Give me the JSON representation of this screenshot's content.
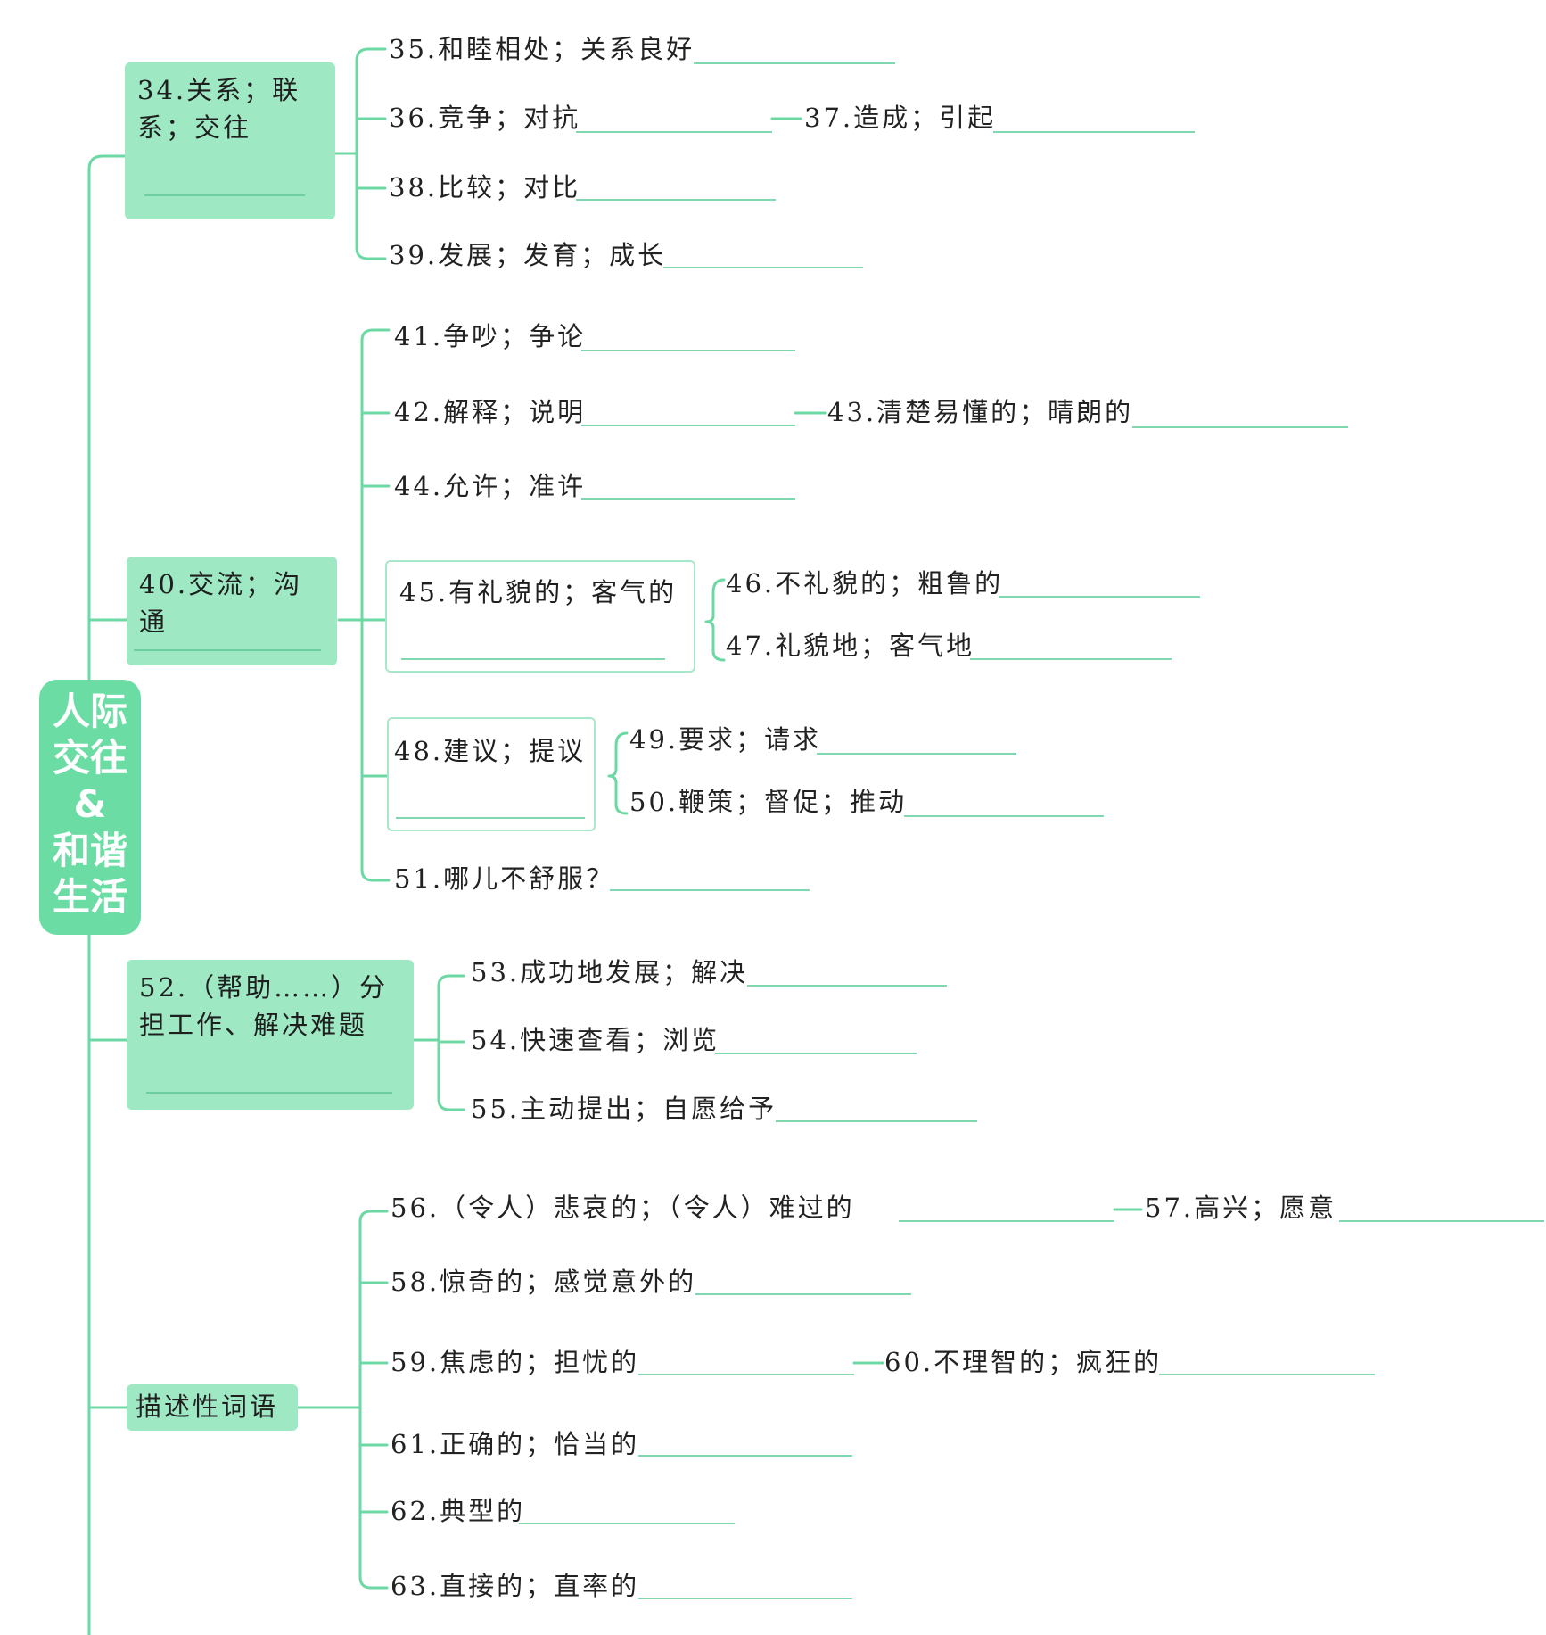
{
  "root": {
    "lines": [
      "人际",
      "交往",
      "&",
      "和谐",
      "生活"
    ]
  },
  "groups": [
    {
      "label_lines": [
        "34.关系；联",
        "系；交往"
      ],
      "items": [
        {
          "text": "35.和睦相处；关系良好"
        },
        {
          "text": "36.竞争；对抗",
          "linked": "37.造成；引起"
        },
        {
          "text": "38.比较；对比"
        },
        {
          "text": "39.发展；发育；成长"
        }
      ]
    },
    {
      "label_lines": [
        "40.交流；沟通"
      ],
      "items": [
        {
          "text": "41.争吵；争论"
        },
        {
          "text": "42.解释；说明",
          "linked": "43.清楚易懂的；晴朗的"
        },
        {
          "text": "44.允许；准许"
        },
        {
          "text": "45.有礼貌的；客气的",
          "children": [
            "46.不礼貌的；粗鲁的",
            "47.礼貌地；客气地"
          ]
        },
        {
          "text": "48.建议；提议",
          "children": [
            "49.要求；请求",
            "50.鞭策；督促；推动"
          ]
        },
        {
          "text": "51.哪儿不舒服？"
        }
      ]
    },
    {
      "label_lines": [
        "52.（帮助……）分",
        "担工作、解决难题"
      ],
      "items": [
        {
          "text": "53.成功地发展；解决"
        },
        {
          "text": "54.快速查看；浏览"
        },
        {
          "text": "55.主动提出；自愿给予"
        }
      ]
    },
    {
      "label_lines": [
        "描述性词语"
      ],
      "items": [
        {
          "text": "56.（令人）悲哀的；（令人）难过的",
          "linked": "57.高兴；愿意"
        },
        {
          "text": "58.惊奇的；感觉意外的"
        },
        {
          "text": "59.焦虑的；担忧的",
          "linked": "60.不理智的；疯狂的"
        },
        {
          "text": "61.正确的；恰当的"
        },
        {
          "text": "62.典型的"
        },
        {
          "text": "63.直接的；直率的"
        }
      ]
    }
  ],
  "colors": {
    "line": "#6cd9a4",
    "box": "#9ee8c4",
    "root": "#6cdca5",
    "blank": "#7fd8b0"
  }
}
